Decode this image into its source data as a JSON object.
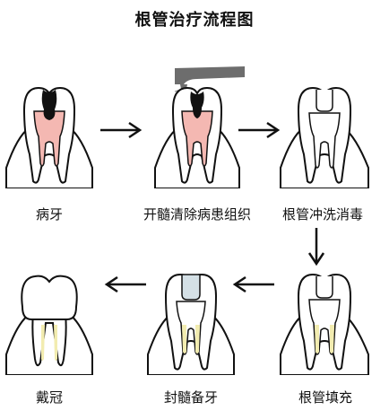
{
  "title": "根管治疗流程图",
  "steps": [
    {
      "label": "病牙"
    },
    {
      "label": "开髓清除病患组织"
    },
    {
      "label": "根管冲洗消毒"
    },
    {
      "label": "根管填充"
    },
    {
      "label": "封髓备牙"
    },
    {
      "label": "戴冠"
    }
  ],
  "colors": {
    "pulp_infected": "#f4b8b2",
    "decay": "#111111",
    "drill": "#6d6d6d",
    "root_fill": "#f2ecb0",
    "seal": "#d4e0e6",
    "gum": "#ffffff",
    "outline": "#111111"
  }
}
